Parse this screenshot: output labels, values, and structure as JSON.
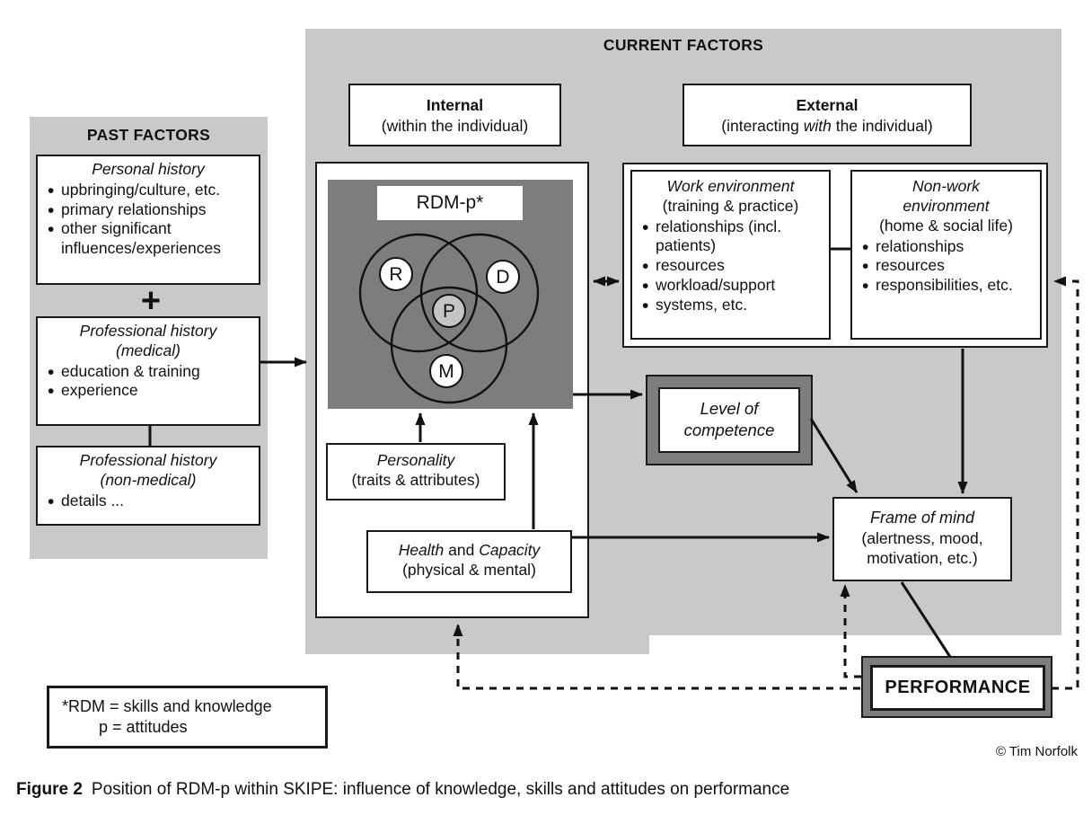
{
  "colors": {
    "panel_gray": "#c9c9c9",
    "dark_gray": "#7d7d7d",
    "p_circle_fill": "#c5c5c5",
    "line_black": "#1a1a1a",
    "background": "#ffffff"
  },
  "past_factors": {
    "title": "PAST FACTORS",
    "plus": "+",
    "personal": {
      "title": "Personal history",
      "bullets": [
        "upbringing/culture, etc.",
        "primary relationships",
        "other significant influences/experiences"
      ]
    },
    "medical": {
      "title": "Professional history",
      "subtitle": "(medical)",
      "bullets": [
        "education & training",
        "experience"
      ]
    },
    "non_medical": {
      "title": "Professional history",
      "subtitle": "(non-medical)",
      "bullets": [
        "details ..."
      ]
    }
  },
  "current_factors": {
    "title": "CURRENT FACTORS",
    "internal_label": {
      "title": "Internal",
      "subtitle": "(within the individual)"
    },
    "external_label": {
      "title": "External",
      "subtitle_pre": "(interacting ",
      "subtitle_em": "with",
      "subtitle_post": " the individual)"
    },
    "rdm": {
      "label": "RDM-p*",
      "r": "R",
      "d": "D",
      "p": "P",
      "m": "M"
    },
    "personality": {
      "title": "Personality",
      "subtitle": "(traits & attributes)"
    },
    "health": {
      "em1": "Health",
      "mid": " and ",
      "em2": "Capacity",
      "subtitle": "(physical & mental)"
    },
    "work_env": {
      "title": "Work environment",
      "subtitle": "(training & practice)",
      "bullets": [
        "relationships (incl. patients)",
        "resources",
        "workload/support",
        "systems, etc."
      ]
    },
    "non_work_env": {
      "title_line1": "Non-work",
      "title_line2": "environment",
      "subtitle": "(home & social life)",
      "bullets": [
        "relationships",
        "resources",
        "responsibilities, etc."
      ]
    },
    "level_of_competence": {
      "line1": "Level of",
      "line2": "competence"
    },
    "frame_of_mind": {
      "line1": "Frame of mind",
      "line2": "(alertness, mood,",
      "line3": "motivation, etc.)"
    }
  },
  "performance": {
    "label": "PERFORMANCE"
  },
  "legend": {
    "line1": "*RDM = skills and knowledge",
    "line2": "p = attitudes"
  },
  "footer": {
    "copyright": "© Tim Norfolk",
    "caption_label": "Figure 2",
    "caption_text": "Position of RDM-p within SKIPE: influence of knowledge, skills and attitudes on performance"
  }
}
